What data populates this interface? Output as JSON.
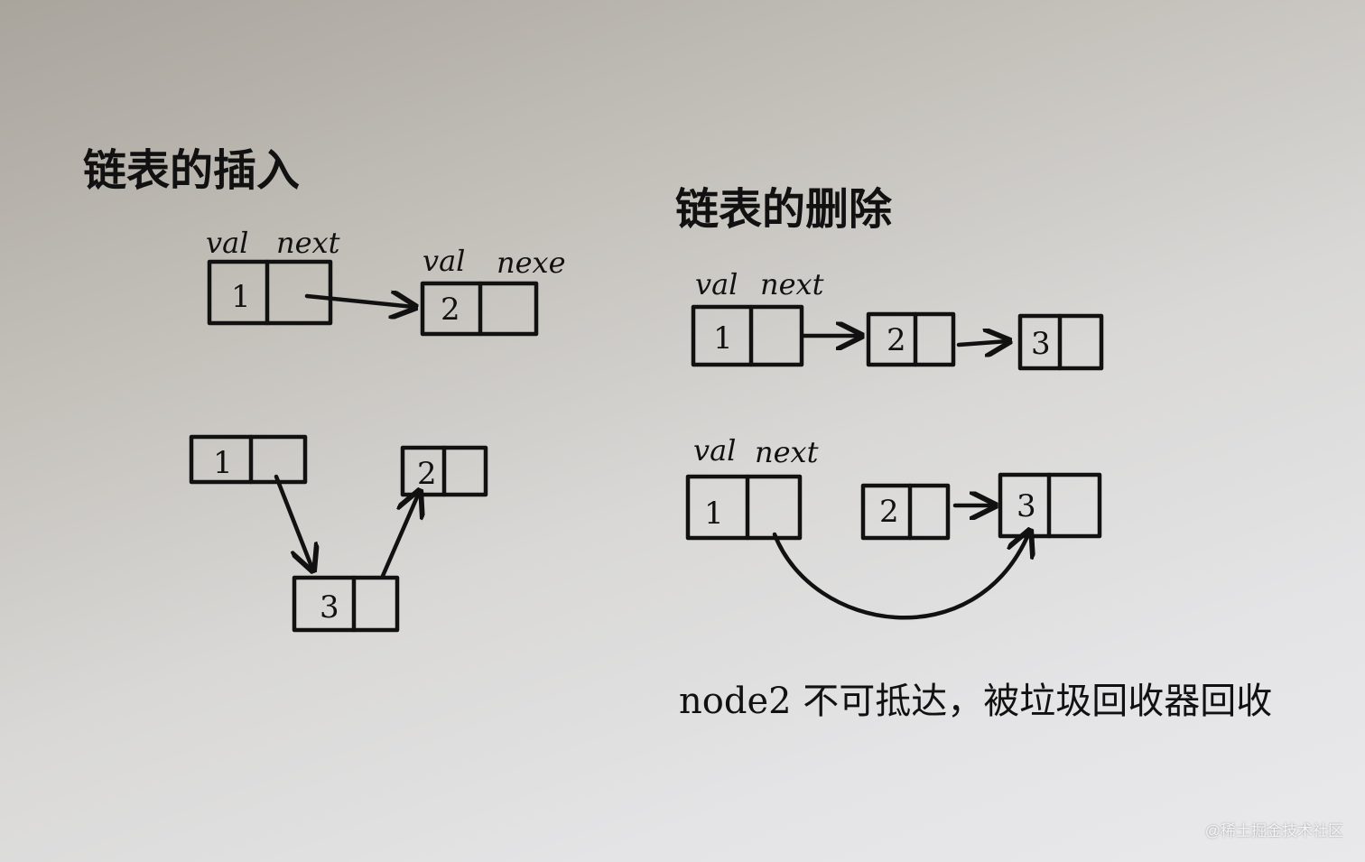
{
  "insert_section": {
    "title": "链表的插入",
    "header_val": "val",
    "header_next": "next",
    "header_next_second": "nexe",
    "node1": "1",
    "node2": "2",
    "node3": "3"
  },
  "delete_section": {
    "title": "链表的删除",
    "header_val": "val",
    "header_next": "next",
    "node1": "1",
    "node2": "2",
    "node3": "3",
    "note": "node2 不可抵达，被垃圾回收器回收"
  },
  "watermark": "@稀土掘金技术社区"
}
